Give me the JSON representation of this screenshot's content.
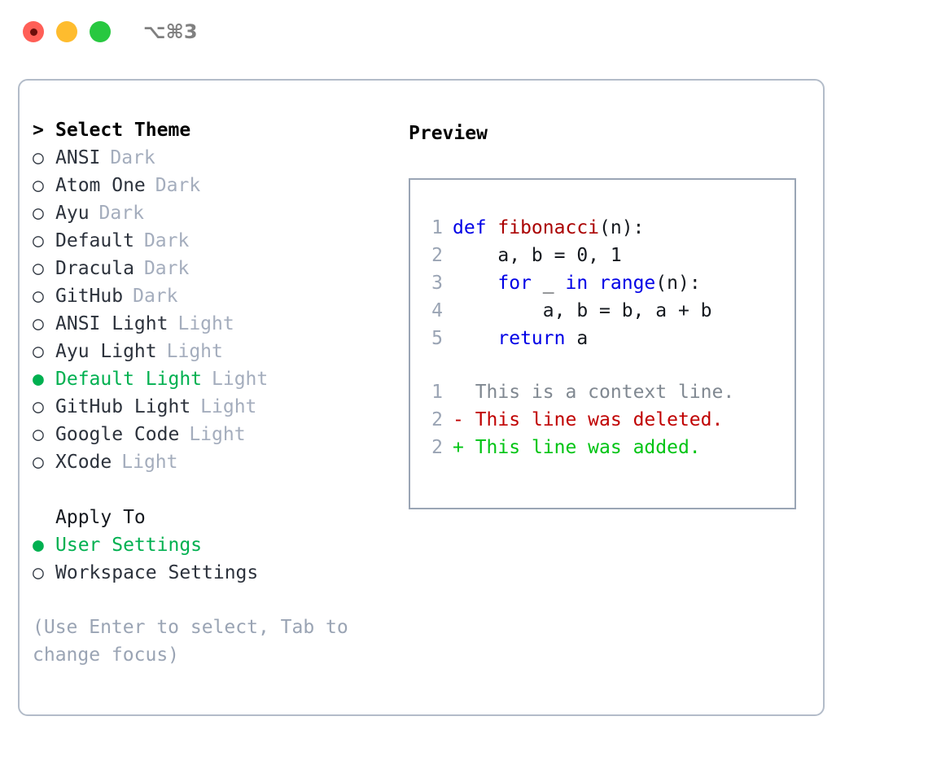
{
  "window": {
    "shortcut_label": "⌥⌘3",
    "traffic_lights": [
      {
        "name": "close",
        "color": "#ff5f57",
        "recording": true
      },
      {
        "name": "minimize",
        "color": "#febc2e",
        "recording": false
      },
      {
        "name": "zoom",
        "color": "#28c840",
        "recording": false
      }
    ]
  },
  "theme_panel": {
    "header": {
      "marker": ">",
      "label": "Select Theme"
    },
    "items": [
      {
        "marker": "○",
        "label": "ANSI",
        "tag": "Dark",
        "selected": false
      },
      {
        "marker": "○",
        "label": "Atom One",
        "tag": "Dark",
        "selected": false
      },
      {
        "marker": "○",
        "label": "Ayu",
        "tag": "Dark",
        "selected": false
      },
      {
        "marker": "○",
        "label": "Default",
        "tag": "Dark",
        "selected": false
      },
      {
        "marker": "○",
        "label": "Dracula",
        "tag": "Dark",
        "selected": false
      },
      {
        "marker": "○",
        "label": "GitHub",
        "tag": "Dark",
        "selected": false
      },
      {
        "marker": "○",
        "label": "ANSI Light",
        "tag": "Light",
        "selected": false
      },
      {
        "marker": "○",
        "label": "Ayu Light",
        "tag": "Light",
        "selected": false
      },
      {
        "marker": "●",
        "label": "Default Light",
        "tag": "Light",
        "selected": true
      },
      {
        "marker": "○",
        "label": "GitHub Light",
        "tag": "Light",
        "selected": false
      },
      {
        "marker": "○",
        "label": "Google Code",
        "tag": "Light",
        "selected": false
      },
      {
        "marker": "○",
        "label": "XCode",
        "tag": "Light",
        "selected": false
      }
    ],
    "apply_to": {
      "header": "Apply To",
      "options": [
        {
          "marker": "●",
          "label": "User Settings",
          "selected": true
        },
        {
          "marker": "○",
          "label": "Workspace Settings",
          "selected": false
        }
      ]
    },
    "hint": "(Use Enter to select, Tab to change focus)"
  },
  "preview": {
    "title": "Preview",
    "code_lines": [
      {
        "no": "1",
        "tokens": [
          {
            "t": "def ",
            "k": "kw"
          },
          {
            "t": "fibonacci",
            "k": "fn"
          },
          {
            "t": "(n):",
            "k": "plain"
          }
        ]
      },
      {
        "no": "2",
        "tokens": [
          {
            "t": "    a, b = 0, 1",
            "k": "plain"
          }
        ]
      },
      {
        "no": "3",
        "tokens": [
          {
            "t": "    ",
            "k": "plain"
          },
          {
            "t": "for ",
            "k": "kw"
          },
          {
            "t": "_ ",
            "k": "plain"
          },
          {
            "t": "in ",
            "k": "kw"
          },
          {
            "t": "range",
            "k": "kw"
          },
          {
            "t": "(n):",
            "k": "plain"
          }
        ]
      },
      {
        "no": "4",
        "tokens": [
          {
            "t": "        a, b = b, a + b",
            "k": "plain"
          }
        ]
      },
      {
        "no": "5",
        "tokens": [
          {
            "t": "    ",
            "k": "plain"
          },
          {
            "t": "return ",
            "k": "kw"
          },
          {
            "t": "a",
            "k": "plain"
          }
        ]
      }
    ],
    "diff_lines": [
      {
        "no": "1",
        "sign": " ",
        "text": "This is a context line.",
        "kind": "context"
      },
      {
        "no": "2",
        "sign": "-",
        "text": "This line was deleted.",
        "kind": "del"
      },
      {
        "no": "2",
        "sign": "+",
        "text": "This line was added.",
        "kind": "add"
      }
    ]
  },
  "colors": {
    "accent_green": "#00b050",
    "tag_gray": "#a4adbd",
    "keyword_blue": "#0000e6",
    "function_red": "#aa0000",
    "diff_delete_red": "#c00000",
    "diff_add_green": "#00c414",
    "panel_border": "#b3bcc9"
  }
}
